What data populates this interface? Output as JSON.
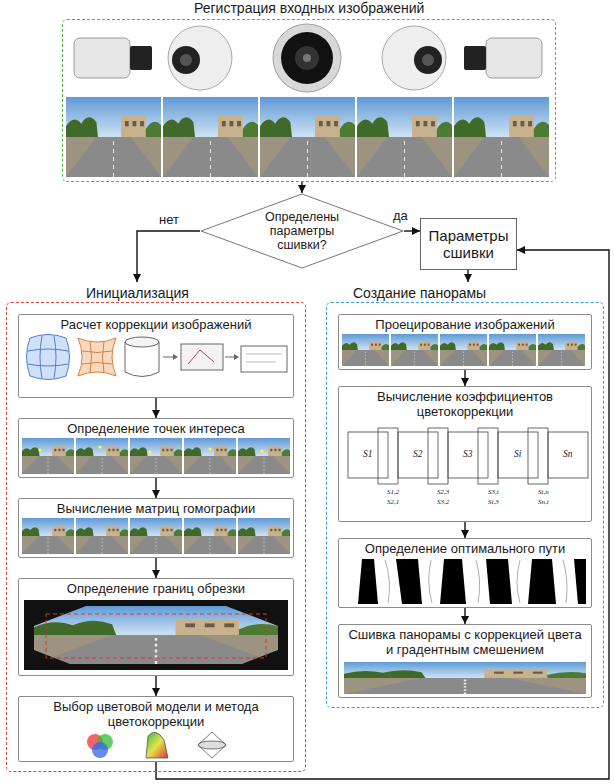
{
  "diagram": {
    "nodes": [
      {
        "text": [
          "Регистрация входных изображений"
        ]
      },
      {
        "text": [
          "Определены параметры сшивки?"
        ]
      },
      {
        "text": [
          "Параметры сшивки"
        ]
      },
      {
        "text": [
          "Инициализация"
        ]
      },
      {
        "text": [
          "Расчет коррекции изображений"
        ],
        "in": 3
      },
      {
        "text": [
          "Определение точек интереса"
        ],
        "in": 3
      },
      {
        "text": [
          "Вычисление матриц гомографии"
        ],
        "in": 3
      },
      {
        "text": [
          "Определение границ обрезки"
        ],
        "in": 3
      },
      {
        "text": [
          "Выбор цветовой модели и метода цветокоррекции"
        ],
        "in": 3
      },
      {
        "text": [
          "Создание панорамы"
        ]
      },
      {
        "text": [
          "Проецирование изображений"
        ],
        "in": 9
      },
      {
        "text": [
          "Вычисление коэффициентов цветокоррекции"
        ],
        "in": 9
      },
      {
        "text": [
          "Определение оптимального пути"
        ],
        "in": 9
      },
      {
        "text": [
          "Сшивка панорамы с коррекцией цвета и градентным смешением"
        ],
        "in": 9
      }
    ],
    "edges": [
      {
        "from": 0,
        "to": 1,
        "arrow": "to"
      },
      {
        "from": 1,
        "to": 3,
        "label": "нет",
        "arrow": "to"
      },
      {
        "from": 1,
        "to": 2,
        "label": "да",
        "arrow": "to"
      },
      {
        "from": 2,
        "to": 9,
        "arrow": "to"
      },
      {
        "from": 4,
        "to": 5,
        "arrow": "to"
      },
      {
        "from": 5,
        "to": 6,
        "arrow": "to"
      },
      {
        "from": 6,
        "to": 7,
        "arrow": "to"
      },
      {
        "from": 7,
        "to": 8,
        "arrow": "to"
      },
      {
        "from": 10,
        "to": 11,
        "arrow": "to"
      },
      {
        "from": 11,
        "to": 12,
        "arrow": "to"
      },
      {
        "from": 12,
        "to": 13,
        "arrow": "to"
      },
      {
        "from": 8,
        "to": 2,
        "arrow": "to"
      }
    ],
    "labels": [
      "S1",
      "S2",
      "S3",
      "Si",
      "Sn",
      "S1,2",
      "S2,1",
      "S2,3",
      "S3,2",
      "S3,i",
      "Si,3",
      "Si,n",
      "Sn,i"
    ]
  }
}
